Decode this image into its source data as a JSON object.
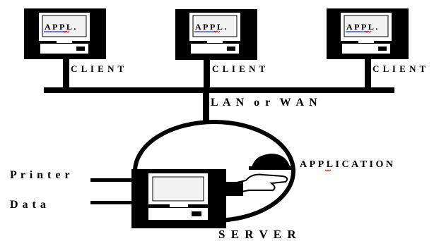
{
  "diagram": {
    "clients": [
      {
        "screen_text": "APPL.",
        "label": "C L I E N T"
      },
      {
        "screen_text": "APPL.",
        "label": "C L I E N T"
      },
      {
        "screen_text": "APPL.",
        "label": "C L I E N T"
      }
    ],
    "network_label": "L A N  o r  W A N",
    "application_label": "APPLICATION",
    "inputs": [
      "P r i n t e r",
      "D a t a"
    ],
    "server_label": "S E R V E R",
    "colors": {
      "ink": "#000000",
      "screen": "#f2f2f2",
      "paper": "#ffffff"
    }
  }
}
